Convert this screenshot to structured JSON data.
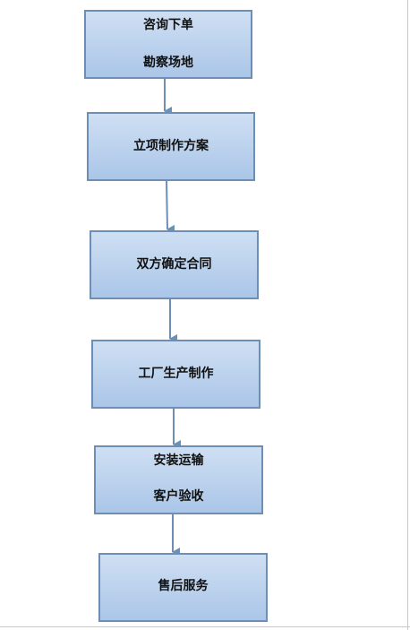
{
  "diagram": {
    "steps": [
      {
        "lines": [
          "咨询下单",
          "勘察场地"
        ]
      },
      {
        "lines": [
          "立项制作方案"
        ]
      },
      {
        "lines": [
          "双方确定合同"
        ]
      },
      {
        "lines": [
          "工厂生产制作"
        ]
      },
      {
        "lines": [
          "安装运输",
          "客户验收"
        ]
      },
      {
        "lines": [
          "售后服务"
        ]
      }
    ],
    "colors": {
      "box_fill_top": "#cfdff3",
      "box_fill_bottom": "#aac6e8",
      "box_border": "#6e8fb5",
      "arrow": "#6e8fb5",
      "text": "#111111"
    }
  }
}
